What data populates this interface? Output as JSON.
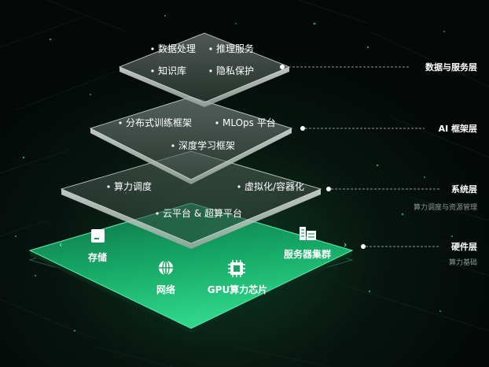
{
  "layers": [
    {
      "key": "data",
      "label": "数据与服务层",
      "items": [
        "数据处理",
        "推理服务",
        "知识库",
        "隐私保护"
      ]
    },
    {
      "key": "ai",
      "label": "AI 框架层",
      "items": [
        "分布式训练框架",
        "MLOps 平台",
        "深度学习框架"
      ]
    },
    {
      "key": "system",
      "label": "系统层",
      "sublabel": "算力调度与资源管理",
      "items": [
        "算力调度",
        "虚拟化/容器化",
        "云平台 & 超算平台"
      ]
    },
    {
      "key": "hardware",
      "label": "硬件层",
      "sublabel": "算力基础",
      "items": [
        "存储",
        "网络",
        "GPU算力芯片",
        "服务器集群"
      ]
    }
  ],
  "icons": {
    "storage": "storage-drive-icon",
    "network": "globe-network-icon",
    "gpu": "chip-icon",
    "server": "server-rack-icon"
  },
  "colors": {
    "background": "#050a08",
    "accent": "#2fd58a",
    "hardware_top": "#1fb872",
    "label_text": "#ffffff",
    "sublabel_text": "#8a9a92"
  }
}
